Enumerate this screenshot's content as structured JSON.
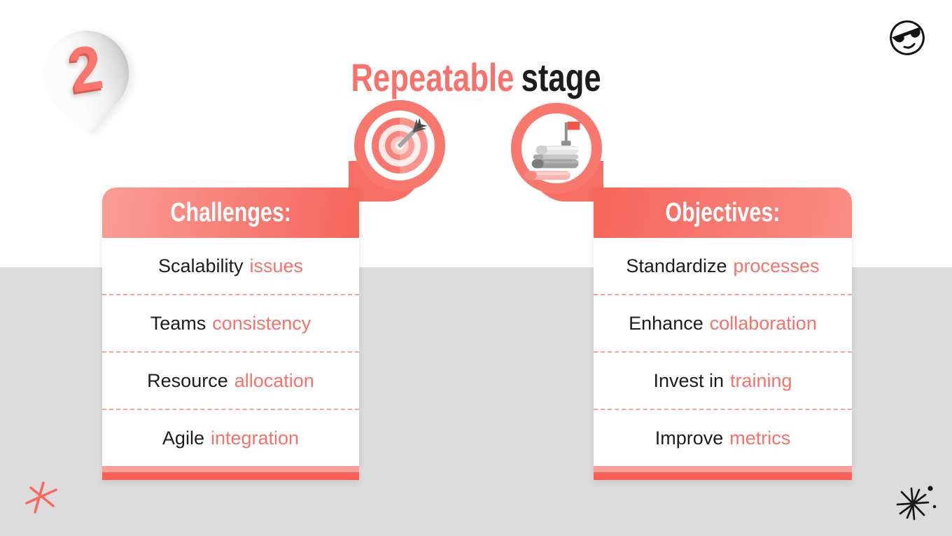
{
  "title": {
    "accent_text": "Repeatable",
    "dark_text": "stage"
  },
  "badge": {
    "number": "2"
  },
  "cards": [
    {
      "id": "challenges",
      "header": "Challenges:",
      "icon": "target-dart-icon",
      "items": [
        {
          "plain": "Scalability",
          "accent": "issues"
        },
        {
          "plain": "Teams",
          "accent": "consistency"
        },
        {
          "plain": "Resource",
          "accent": "allocation"
        },
        {
          "plain": "Agile",
          "accent": "integration"
        }
      ]
    },
    {
      "id": "objectives",
      "header": "Objectives:",
      "icon": "books-flag-icon",
      "items": [
        {
          "plain": "Standardize",
          "accent": "processes"
        },
        {
          "plain": "Enhance",
          "accent": "collaboration"
        },
        {
          "plain": "Invest in",
          "accent": "training"
        },
        {
          "plain": "Improve",
          "accent": "metrics"
        }
      ]
    }
  ],
  "decorations": {
    "top_right_icon": "sunglasses-smiley-icon",
    "bottom_left_icon": "coral-asterisk-doodle",
    "bottom_right_icon": "black-asterisk-doodle-with-dots"
  },
  "colors": {
    "accent": "#f8716a",
    "accent_deep": "#f5655b",
    "accent_light": "#fa9d95",
    "text_dark": "#1d1d1b",
    "gray_band": "#dcdcdc",
    "pin_gray": "#ededed",
    "card_bg": "#ffffff"
  }
}
